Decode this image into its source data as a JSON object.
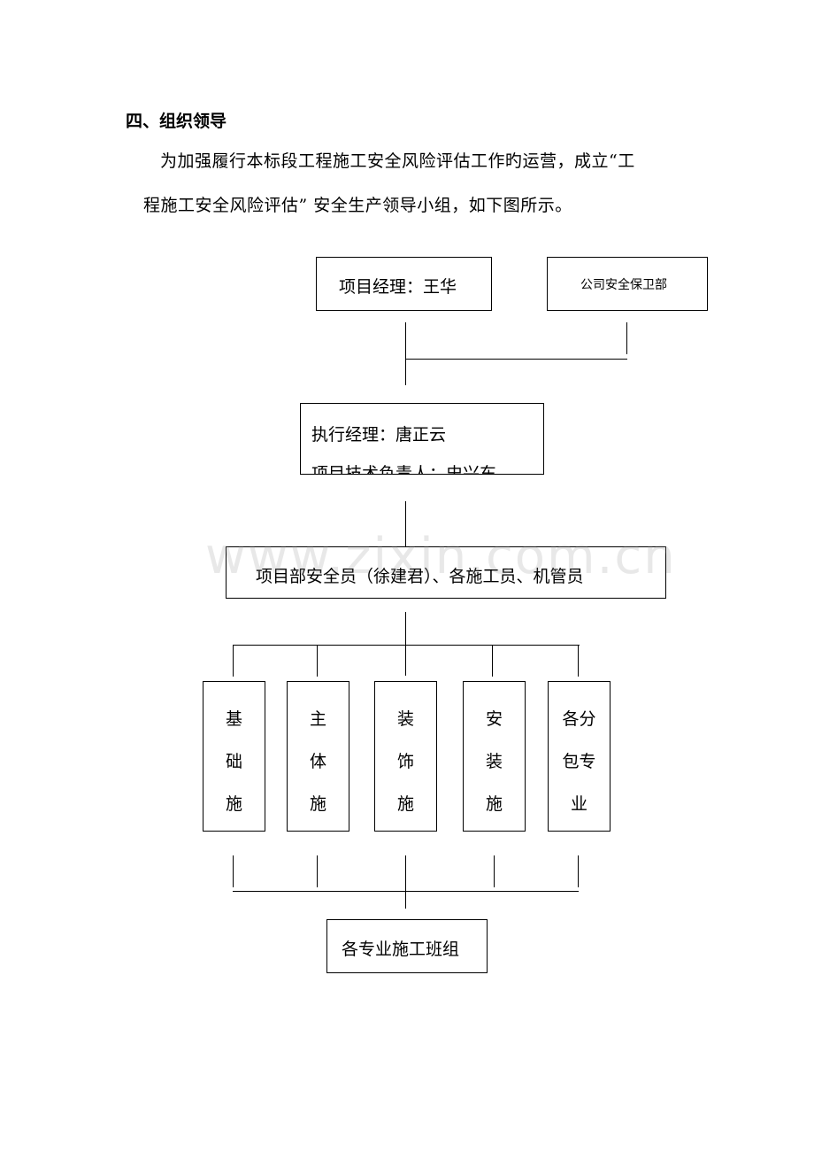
{
  "heading": "四、组织领导",
  "paragraph": {
    "line1": "为加强履行本标段工程施工安全风险评估工作旳运营，成立“工",
    "line2": "程施工安全风险评估” 安全生产领导小组，如下图所示。"
  },
  "chart": {
    "manager": "项目经理：王华",
    "security_dept": "公司安全保卫部",
    "exec_manager_line1": "执行经理：唐正云",
    "exec_manager_line2": "项目技术负责人：史兴东",
    "safety_staff": "项目部安全员（徐建君）、各施工员、机管员",
    "branches": [
      [
        "基",
        "础",
        "施"
      ],
      [
        "主",
        "体",
        "施"
      ],
      [
        "装",
        "饰",
        "施"
      ],
      [
        "安",
        "装",
        "施"
      ],
      [
        "各分",
        "包专",
        "业"
      ]
    ],
    "teams": "各专业施工班组"
  },
  "watermark": "www.zixin.com.cn"
}
